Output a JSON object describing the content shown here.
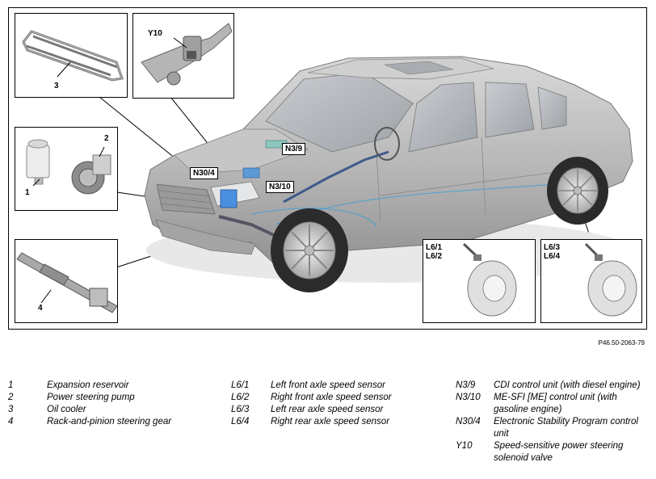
{
  "figure": {
    "insets": {
      "oil_cooler": "3",
      "reservoir": "1",
      "pump": "2",
      "solenoid": "Y10",
      "steering_gear": "4",
      "front_sensor_top": "L6/1",
      "front_sensor_bottom": "L6/2",
      "rear_sensor_top": "L6/3",
      "rear_sensor_bottom": "L6/4"
    },
    "callouts": {
      "cdi": "N3/9",
      "mesfi": "N3/10",
      "esp": "N30/4"
    },
    "reference": "P46.50-2063-79"
  },
  "legend": {
    "col1": [
      {
        "code": "1",
        "desc": "Expansion reservoir"
      },
      {
        "code": "2",
        "desc": "Power steering pump"
      },
      {
        "code": "3",
        "desc": "Oil cooler"
      },
      {
        "code": "4",
        "desc": "Rack-and-pinion steering gear"
      }
    ],
    "col2": [
      {
        "code": "L6/1",
        "desc": "Left front axle speed sensor"
      },
      {
        "code": "L6/2",
        "desc": "Right front axle speed sensor"
      },
      {
        "code": "L6/3",
        "desc": "Left rear axle speed sensor"
      },
      {
        "code": "L6/4",
        "desc": "Right rear axle speed sensor"
      }
    ],
    "col3": [
      {
        "code": "N3/9",
        "desc": "CDI control unit (with diesel engine)"
      },
      {
        "code": "N3/10",
        "desc": "ME-SFI [ME] control unit (with gasoline engine)"
      },
      {
        "code": "N30/4",
        "desc": "Electronic Stability Program control unit"
      },
      {
        "code": "Y10",
        "desc": "Speed-sensitive power steering solenoid valve"
      }
    ]
  }
}
